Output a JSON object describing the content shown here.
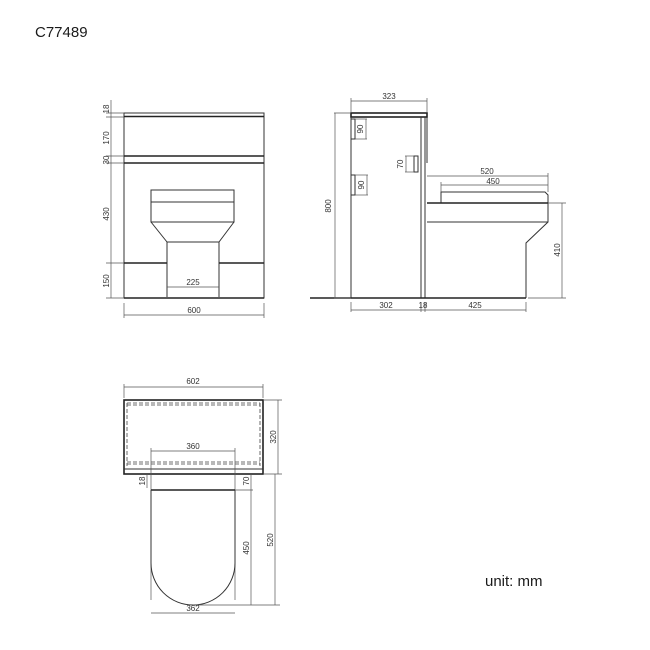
{
  "title": "C77489",
  "unit_label": "unit: mm",
  "front_view": {
    "dims": {
      "top_thickness": "18",
      "upper_panel": "170",
      "rail": "30",
      "middle": "430",
      "plinth": "150",
      "pan_width": "225",
      "width": "600"
    }
  },
  "side_view": {
    "dims": {
      "depth_top": "323",
      "hole_upper": "90",
      "hole_lower": "90",
      "hole_mid": "70",
      "height": "800",
      "pan_depth": "520",
      "seat_depth": "450",
      "pan_height": "410",
      "unit_depth": "302",
      "panel": "18",
      "pan_base": "425"
    }
  },
  "top_view": {
    "dims": {
      "width": "602",
      "depth": "320",
      "seat_width": "360",
      "panel": "18",
      "gap": "70",
      "seat_depth": "450",
      "total_depth": "520",
      "pan_width": "362"
    }
  }
}
